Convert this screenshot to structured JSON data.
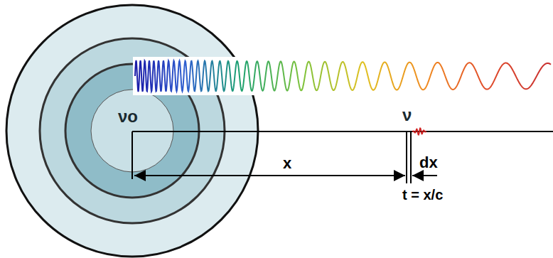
{
  "diagram": {
    "labels": [
      "νo",
      "ν",
      "x",
      "dx",
      "t = x/c"
    ]
  }
}
